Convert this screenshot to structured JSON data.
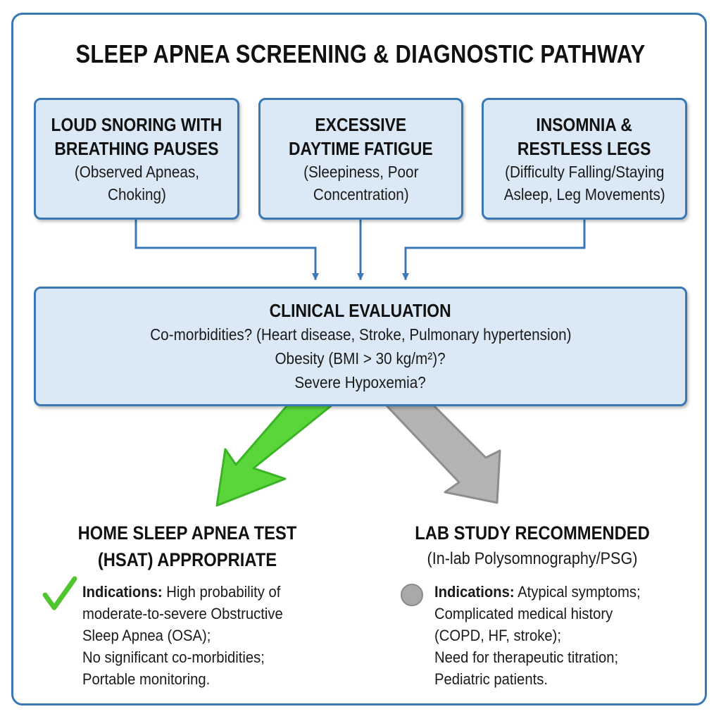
{
  "title": "SLEEP APNEA SCREENING & DIAGNOSTIC PATHWAY",
  "symptoms": [
    {
      "title": "LOUD SNORING WITH\nBREATHING PAUSES",
      "sub": "(Observed Apneas,\nChoking)"
    },
    {
      "title": "EXCESSIVE\nDAYTIME FATIGUE",
      "sub": "(Sleepiness, Poor\nConcentration)"
    },
    {
      "title": "INSOMNIA &\nRESTLESS LEGS",
      "sub": "(Difficulty Falling/Staying\nAsleep, Leg Movements)"
    }
  ],
  "evaluation": {
    "title": "CLINICAL EVALUATION",
    "lines": [
      "Co-morbidities? (Heart disease, Stroke, Pulmonary hypertension)",
      "Obesity (BMI > 30 kg/m²)?",
      "Severe Hypoxemia?"
    ]
  },
  "outcomes": {
    "home": {
      "title_line1": "HOME SLEEP APNEA TEST",
      "title_line2": "(HSAT) APPROPRIATE",
      "label": "Indications:",
      "lines": [
        " High probability of",
        "moderate-to-severe Obstructive",
        "Sleep Apnea (OSA);",
        "No significant co-morbidities;",
        "Portable monitoring."
      ],
      "marker_icon": "checkmark-icon",
      "color": "#4fc62e"
    },
    "lab": {
      "title": "LAB STUDY RECOMMENDED",
      "subtitle": "(In-lab Polysomnography/PSG)",
      "label": "Indications:",
      "lines": [
        " Atypical symptoms;",
        "Complicated medical history",
        "(COPD, HF, stroke);",
        "Need for therapeutic titration;",
        "Pediatric patients."
      ],
      "marker_icon": "circle-icon",
      "color": "#a9a9a9"
    }
  },
  "colors": {
    "border": "#3a78b5",
    "box_fill": "#dbe9f6",
    "green": "#5ad63a",
    "gray": "#b4b4b4"
  }
}
